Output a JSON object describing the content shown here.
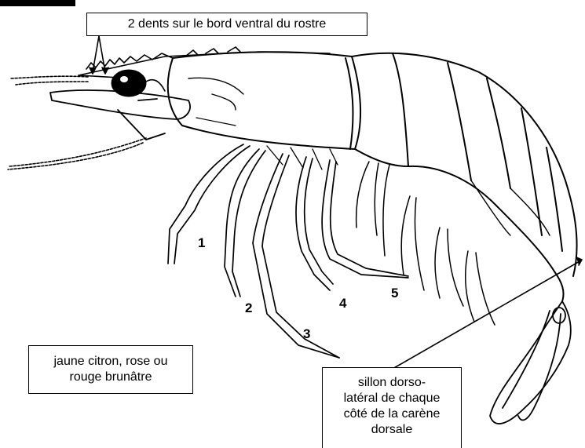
{
  "callouts": {
    "rostre": "2 dents sur le bord ventral du rostre",
    "couleur": [
      "jaune citron, rose ou",
      "rouge brunâtre"
    ],
    "sillon": [
      "sillon dorso-",
      "latéral de chaque",
      "côté de la carène",
      "dorsale"
    ]
  },
  "leg_labels": [
    "1",
    "2",
    "3",
    "4",
    "5"
  ],
  "colors": {
    "ink": "#000000",
    "paper": "#ffffff"
  }
}
